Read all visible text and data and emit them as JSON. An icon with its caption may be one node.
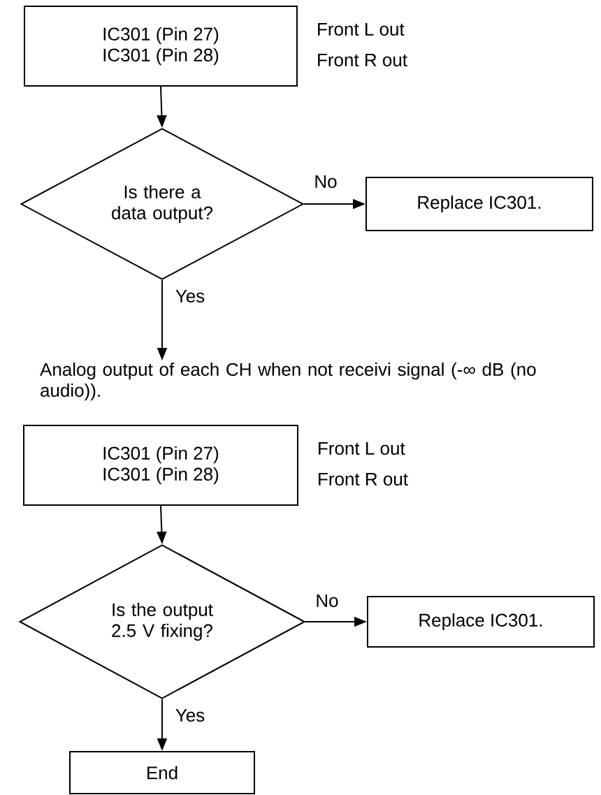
{
  "diagram": {
    "nodes": [
      {
        "text": [
          "IC301 (Pin 27)",
          "IC301 (Pin 28)"
        ],
        "beside": [
          "Front L out",
          "Front R out"
        ]
      },
      {
        "text": [
          "Is there a data output?"
        ]
      },
      {
        "text": [
          "Replace IC301."
        ]
      },
      {
        "text": [
          "Analog output of each CH when not receivi signal (-∞ dB (no audio))."
        ]
      },
      {
        "text": [
          "IC301 (Pin 27)",
          "IC301 (Pin 28)"
        ],
        "beside": [
          "Front L out",
          "Front R out"
        ]
      },
      {
        "text": [
          "Is the output 2.5 V fixing?"
        ]
      },
      {
        "text": [
          "Replace IC301."
        ]
      },
      {
        "text": [
          "End"
        ]
      }
    ],
    "edges": [
      {
        "from": 0,
        "to": 1,
        "arrow": "to"
      },
      {
        "from": 1,
        "to": 2,
        "arrow": "to",
        "label": "No"
      },
      {
        "from": 1,
        "to": 3,
        "arrow": "to",
        "label": "Yes"
      },
      {
        "from": 4,
        "to": 5,
        "arrow": "to"
      },
      {
        "from": 5,
        "to": 6,
        "arrow": "to",
        "label": "No"
      },
      {
        "from": 5,
        "to": 7,
        "arrow": "to",
        "label": "Yes"
      }
    ]
  }
}
